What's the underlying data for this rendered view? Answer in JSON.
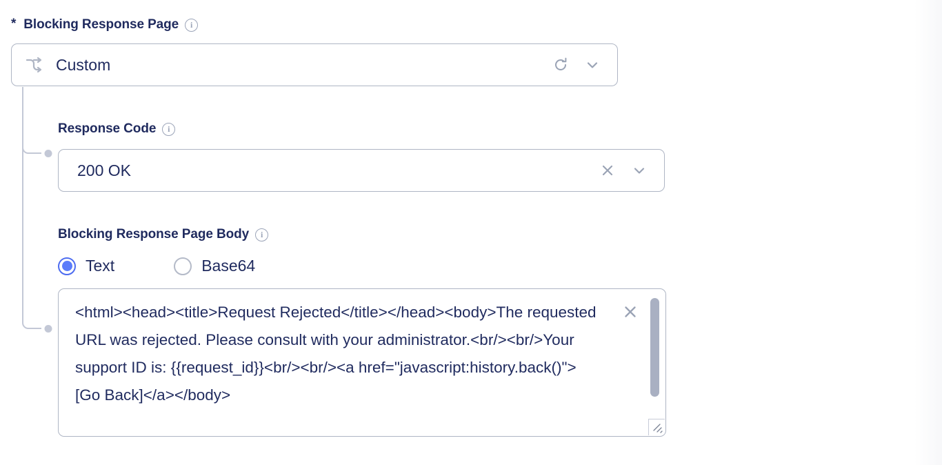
{
  "colors": {
    "label": "#1f2a5e",
    "border": "#aeb5c4",
    "muted_icon": "#9aa3b5",
    "radio_accent": "#5b7cfa",
    "connector": "#c3c8d6",
    "scrollbar_thumb": "#a9b0c2"
  },
  "top_field": {
    "required_marker": "*",
    "label": "Blocking Response Page",
    "info_glyph": "i",
    "lead_icon": "branch-arrows-icon",
    "value": "Custom",
    "refresh_icon": "refresh-icon",
    "chevron_icon": "chevron-down-icon"
  },
  "response_code": {
    "label": "Response Code",
    "info_glyph": "i",
    "value": "200 OK",
    "clear_icon": "close-icon",
    "chevron_icon": "chevron-down-icon"
  },
  "response_body": {
    "label": "Blocking Response Page Body",
    "info_glyph": "i",
    "options": [
      {
        "label": "Text",
        "selected": true
      },
      {
        "label": "Base64",
        "selected": false
      }
    ],
    "value": "<html><head><title>Request Rejected</title></head><body>The requested URL was rejected. Please consult with your administrator.<br/><br/>Your support ID is: {{request_id}}<br/><br/><a href=\"javascript:history.back()\">[Go Back]</a></body>",
    "clear_icon": "close-icon",
    "scrollbar": "vertical-scrollbar",
    "resize_handle": "resize-handle"
  }
}
